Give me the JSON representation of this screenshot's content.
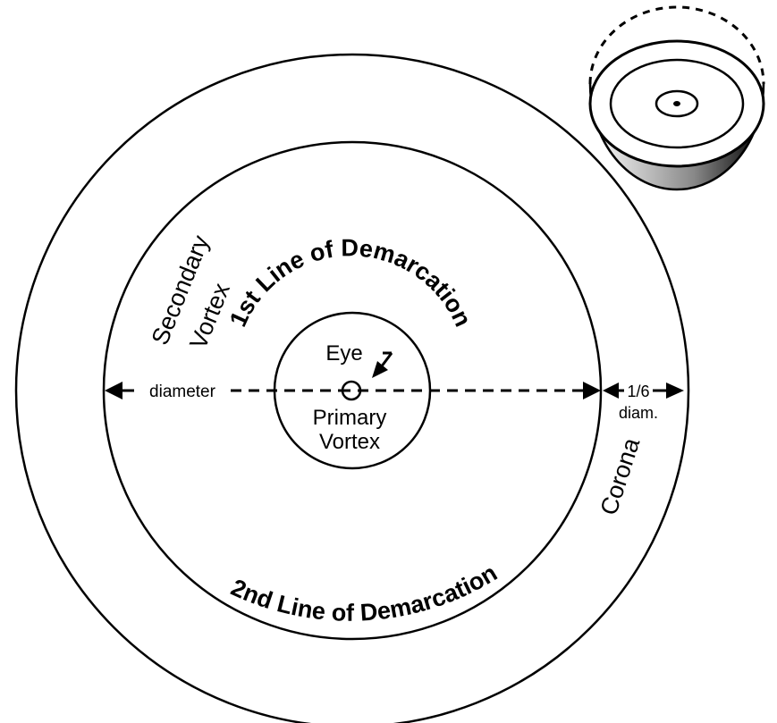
{
  "labels": {
    "secondary_vortex_line1": "Secondary",
    "secondary_vortex_line2": "Vortex",
    "first_line": "1st Line of Demarcation",
    "second_line": "2nd Line of Demarcation",
    "eye": "Eye",
    "primary_line1": "Primary",
    "primary_line2": "Vortex",
    "diameter": "diameter",
    "one_sixth": "1/6",
    "diam": "diam.",
    "corona": "Corona"
  },
  "colors": {
    "stroke": "#000000",
    "background": "#ffffff"
  }
}
